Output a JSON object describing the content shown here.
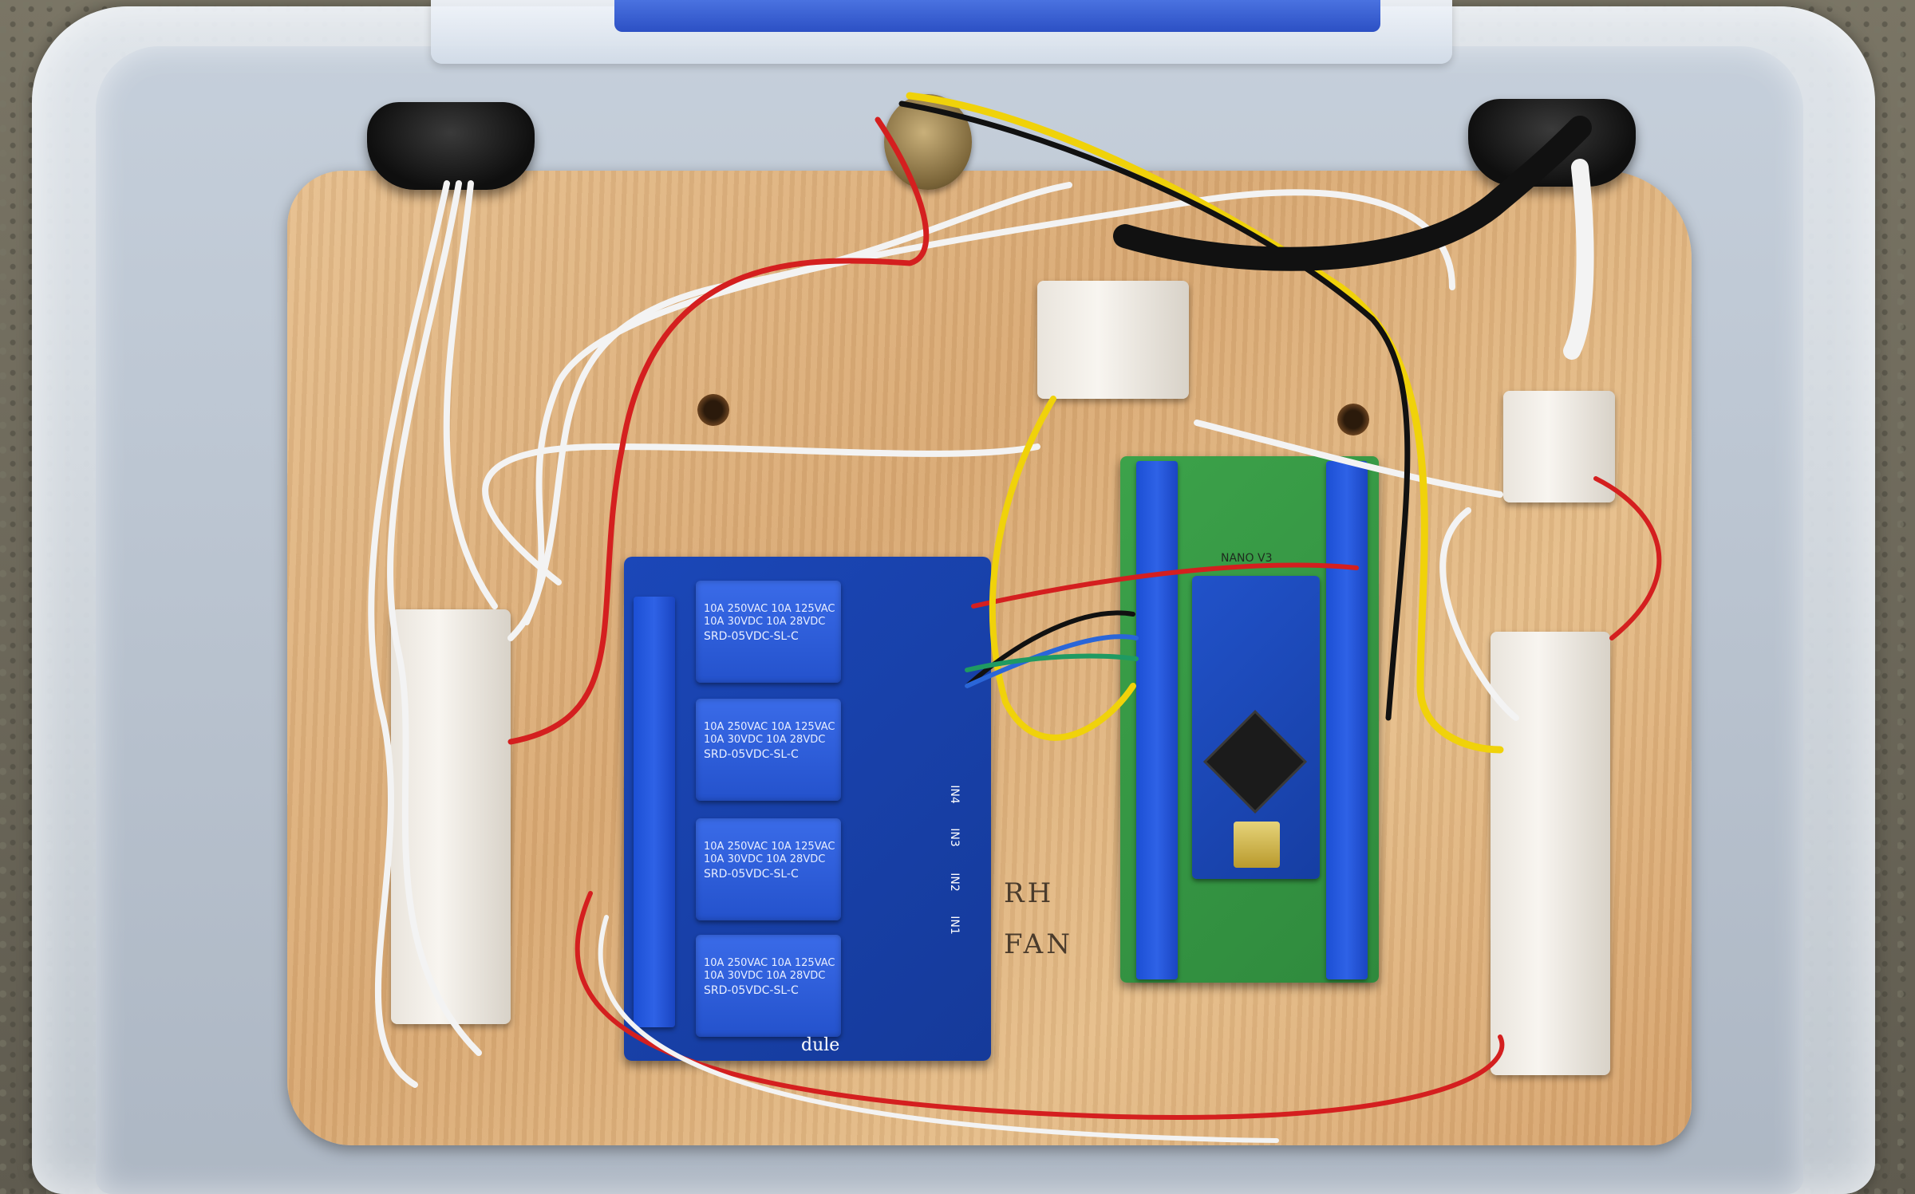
{
  "colors": {
    "wire_white": "#f3f3f3",
    "wire_red": "#d41f1f",
    "wire_yellow": "#f0d20a",
    "wire_black": "#111111",
    "wire_blue": "#2a66d8",
    "wire_green": "#1f9a62",
    "relay_pcb": "#1b47b8",
    "plywood": "#ddb07d",
    "terminal_block": "#f1ede6"
  },
  "relay_module": {
    "relay_rating_line1": "10A 250VAC 10A 125VAC",
    "relay_rating_line2": "10A 30VDC 10A 28VDC",
    "relay_model": "SRD-05VDC-SL-C",
    "module_text": "dule",
    "channel_labels": [
      "IN4",
      "IN3",
      "IN2",
      "IN1"
    ]
  },
  "nano": {
    "label": "NANO V3"
  },
  "handwriting": {
    "line1": "RH",
    "line2": "FAN"
  }
}
